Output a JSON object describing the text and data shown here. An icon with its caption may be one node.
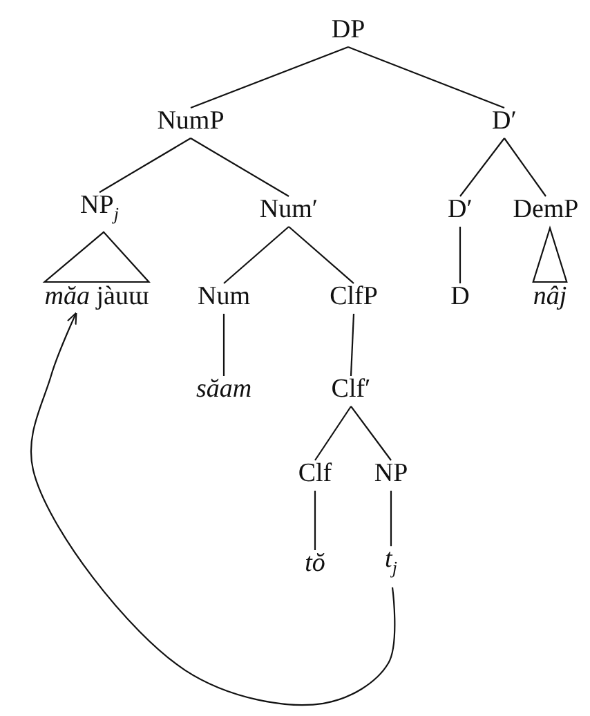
{
  "diagram": {
    "nodes": [
      {
        "text": [
          "DP"
        ]
      },
      {
        "text": [
          "NumP"
        ]
      },
      {
        "text": [
          "D′"
        ]
      },
      {
        "text": [
          "NP$_{j}$"
        ]
      },
      {
        "text": [
          "Num′"
        ]
      },
      {
        "text": [
          "D′"
        ]
      },
      {
        "text": [
          "DemP"
        ]
      },
      {
        "text": [
          "*măa* jàuɯ"
        ]
      },
      {
        "text": [
          "Num"
        ]
      },
      {
        "text": [
          "ClfP"
        ]
      },
      {
        "text": [
          "D"
        ]
      },
      {
        "text": [
          "nâj"
        ]
      },
      {
        "text": [
          "săam"
        ]
      },
      {
        "text": [
          "Clf′"
        ]
      },
      {
        "text": [
          "Clf"
        ]
      },
      {
        "text": [
          "NP"
        ]
      },
      {
        "text": [
          "tŏ"
        ]
      },
      {
        "text": [
          "t$_{j}$"
        ]
      }
    ],
    "edges": [
      {
        "from": 0,
        "to": 1,
        "arrow": "none"
      },
      {
        "from": 0,
        "to": 2,
        "arrow": "none"
      },
      {
        "from": 1,
        "to": 3,
        "arrow": "none"
      },
      {
        "from": 1,
        "to": 4,
        "arrow": "none"
      },
      {
        "from": 2,
        "to": 5,
        "arrow": "none"
      },
      {
        "from": 2,
        "to": 6,
        "arrow": "none"
      },
      {
        "from": 3,
        "to": 7,
        "arrow": "none"
      },
      {
        "from": 4,
        "to": 8,
        "arrow": "none"
      },
      {
        "from": 4,
        "to": 9,
        "arrow": "none"
      },
      {
        "from": 5,
        "to": 10,
        "arrow": "none"
      },
      {
        "from": 6,
        "to": 11,
        "arrow": "none"
      },
      {
        "from": 8,
        "to": 12,
        "arrow": "none"
      },
      {
        "from": 9,
        "to": 13,
        "arrow": "none"
      },
      {
        "from": 13,
        "to": 14,
        "arrow": "none"
      },
      {
        "from": 13,
        "to": 15,
        "arrow": "none"
      },
      {
        "from": 14,
        "to": 16,
        "arrow": "none"
      },
      {
        "from": 15,
        "to": 17,
        "arrow": "none"
      },
      {
        "from": 17,
        "to": 7,
        "arrow": "to"
      }
    ]
  }
}
